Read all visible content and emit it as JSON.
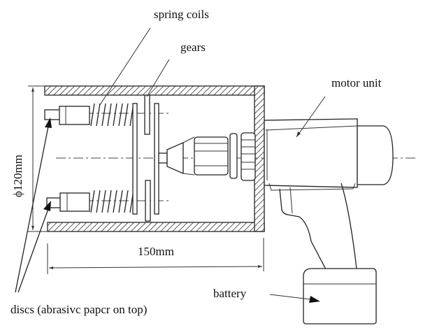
{
  "diagram": {
    "title": "Drill-driven abrasive disc tool",
    "labels": {
      "spring_coils": "spring coils",
      "gears": "gears",
      "motor_unit": "motor unit",
      "diameter": "ϕ120mm",
      "length": "150mm",
      "battery": "battery",
      "discs": "discs (abrasivc papcr on top)"
    },
    "components": [
      "housing",
      "discs",
      "spring-coils",
      "gears",
      "chuck",
      "motor-unit",
      "handle",
      "battery"
    ],
    "colors": {
      "ink": "#222222",
      "background": "#ffffff"
    }
  }
}
